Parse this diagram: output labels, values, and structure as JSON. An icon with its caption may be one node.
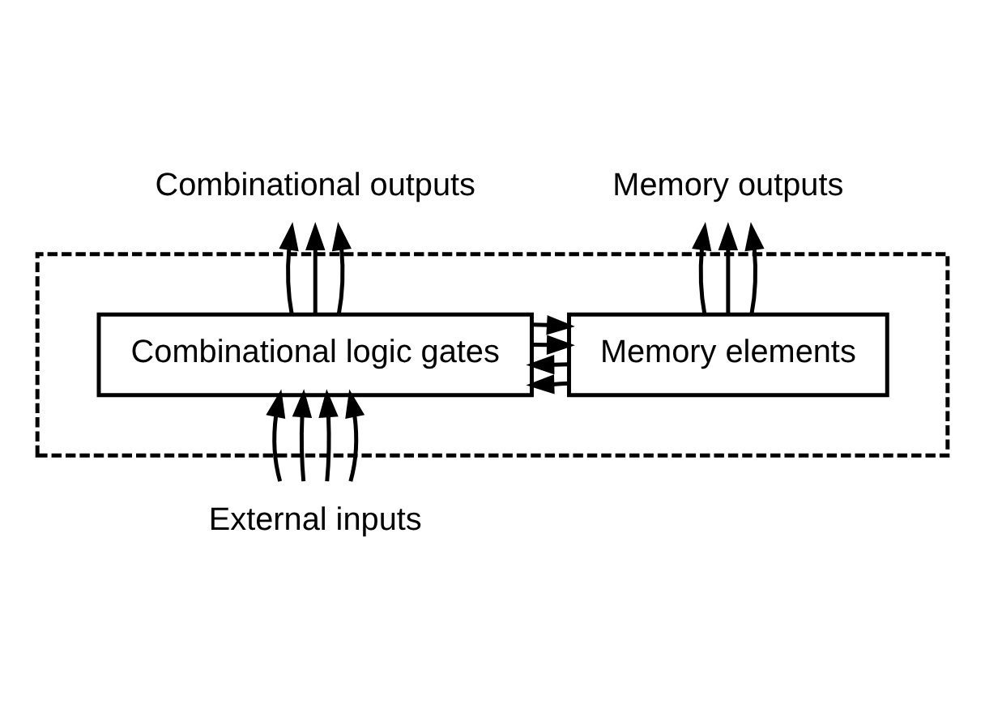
{
  "diagram": {
    "nodes": [
      {
        "text": [],
        "shape": "box"
      },
      {
        "text": [
          "Combinational logic gates"
        ],
        "in": 0
      },
      {
        "text": [
          "Memory elements"
        ],
        "in": 0
      },
      {
        "text": [
          "Combinational outputs"
        ]
      },
      {
        "text": [
          "Memory outputs"
        ]
      },
      {
        "text": [
          "External inputs"
        ]
      }
    ],
    "edges": [
      {
        "from": 1,
        "to": 3,
        "arrow": "to"
      },
      {
        "from": 1,
        "to": 3,
        "arrow": "to"
      },
      {
        "from": 1,
        "to": 3,
        "arrow": "to"
      },
      {
        "from": 2,
        "to": 4,
        "arrow": "to"
      },
      {
        "from": 2,
        "to": 4,
        "arrow": "to"
      },
      {
        "from": 2,
        "to": 4,
        "arrow": "to"
      },
      {
        "from": 5,
        "to": 1,
        "arrow": "to"
      },
      {
        "from": 5,
        "to": 1,
        "arrow": "to"
      },
      {
        "from": 5,
        "to": 1,
        "arrow": "to"
      },
      {
        "from": 5,
        "to": 1,
        "arrow": "to"
      },
      {
        "from": 1,
        "to": 2,
        "arrow": "to"
      },
      {
        "from": 1,
        "to": 2,
        "arrow": "to"
      },
      {
        "from": 2,
        "to": 1,
        "arrow": "to"
      },
      {
        "from": 2,
        "to": 1,
        "arrow": "to"
      }
    ]
  }
}
